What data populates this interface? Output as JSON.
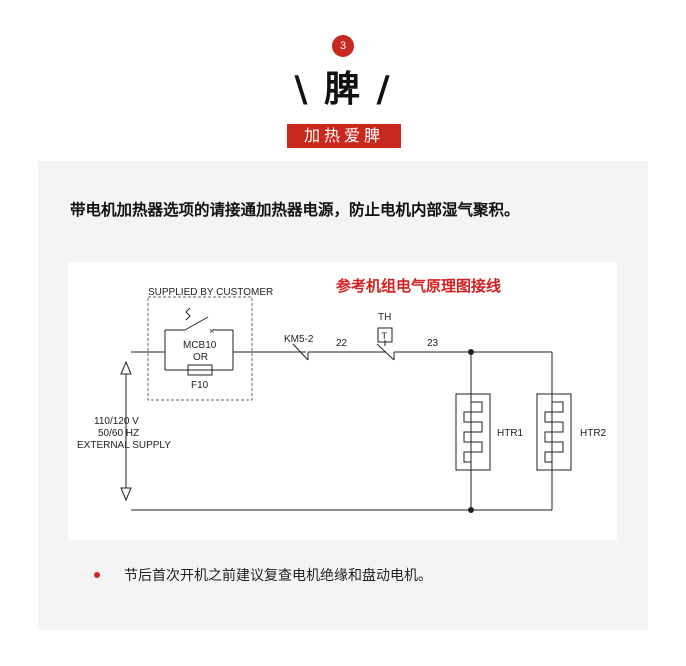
{
  "section": {
    "number": "3",
    "title": "\\ 脾 /",
    "subtitle": "加热爱脾"
  },
  "content": {
    "intro": "带电机加热器选项的请接通加热器电源，防止电机内部湿气聚积。",
    "diagram": {
      "title": "参考机组电气原理图接线",
      "supplied_by": "SUPPLIED BY CUSTOMER",
      "mcb": "MCB10",
      "or": "OR",
      "fuse": "F10",
      "km": "KM5-2",
      "wire_22": "22",
      "th": "TH",
      "th_box": "T",
      "wire_23": "23",
      "htr1": "HTR1",
      "htr2": "HTR2",
      "supply_line1": "110/120 V",
      "supply_line2": "50/60 HZ",
      "supply_line3": "EXTERNAL SUPPLY"
    },
    "bullets": [
      "节后首次开机之前建议复查电机绝缘和盘动电机。"
    ]
  },
  "colors": {
    "accent": "#c8281e",
    "panel": "#f4f4f4"
  }
}
